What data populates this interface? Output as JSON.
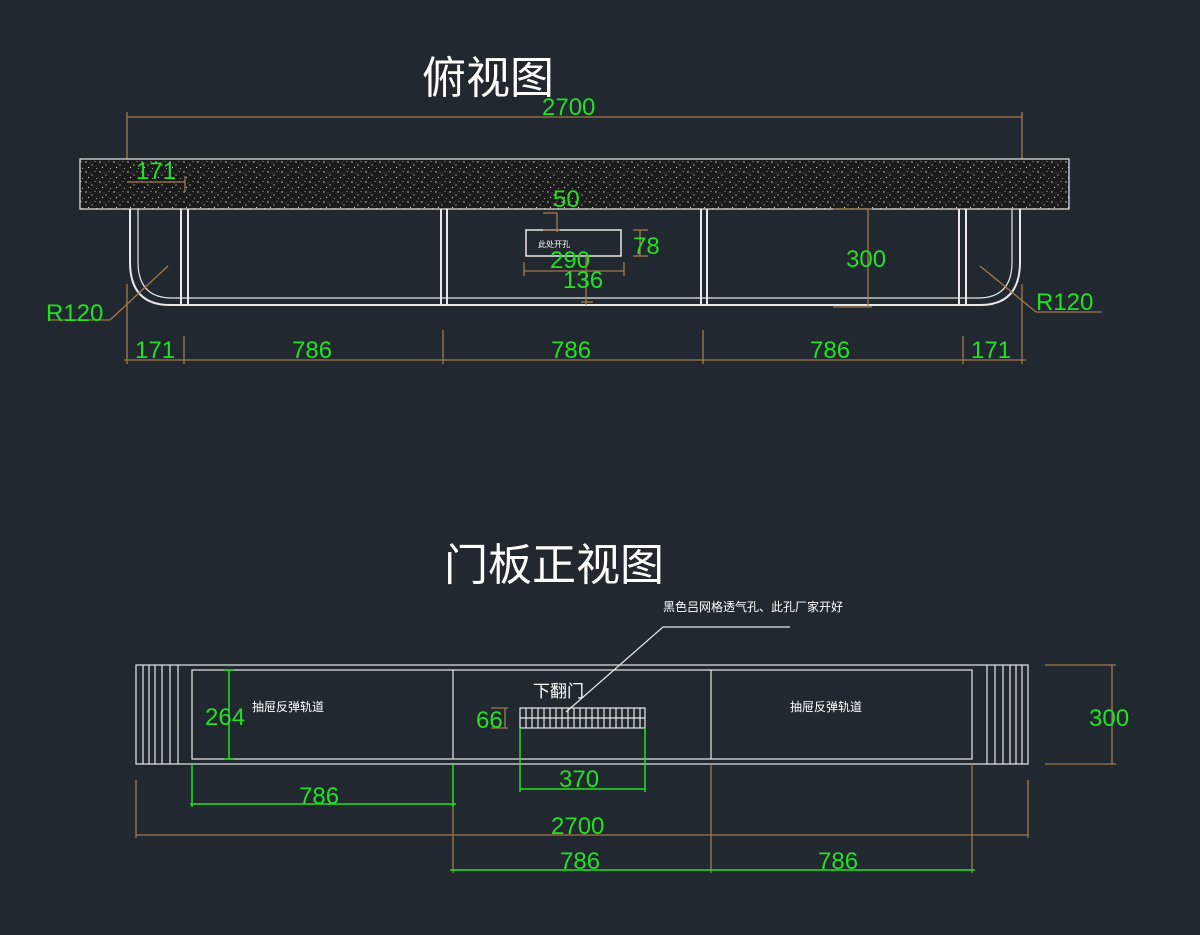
{
  "top_view": {
    "title": "俯视图",
    "dim_total": "2700",
    "dim_171_top": "171",
    "dim_50": "50",
    "hole_note": "此处开孔",
    "dim_78": "78",
    "dim_290": "290",
    "dim_136": "136",
    "dim_300": "300",
    "radius_left": "R120",
    "radius_right": "R120",
    "bottom_dims": [
      "171",
      "786",
      "786",
      "786",
      "171"
    ]
  },
  "front_view": {
    "title": "门板正视图",
    "vent_note": "黑色吕网格透气孔、此孔厂家开好",
    "door_label": "下翻门",
    "left_note": "抽屉反弹轨道",
    "right_note": "抽屉反弹轨道",
    "dim_264": "264",
    "dim_66": "66",
    "dim_300": "300",
    "dim_370": "370",
    "dim_786_left": "786",
    "dim_total": "2700",
    "dim_786_mid": "786",
    "dim_786_right": "786"
  },
  "colors": {
    "background": "#212830",
    "lines": "#e8e8e8",
    "dimension_text": "#22e022",
    "dimension_lines": "#a07a4a"
  }
}
